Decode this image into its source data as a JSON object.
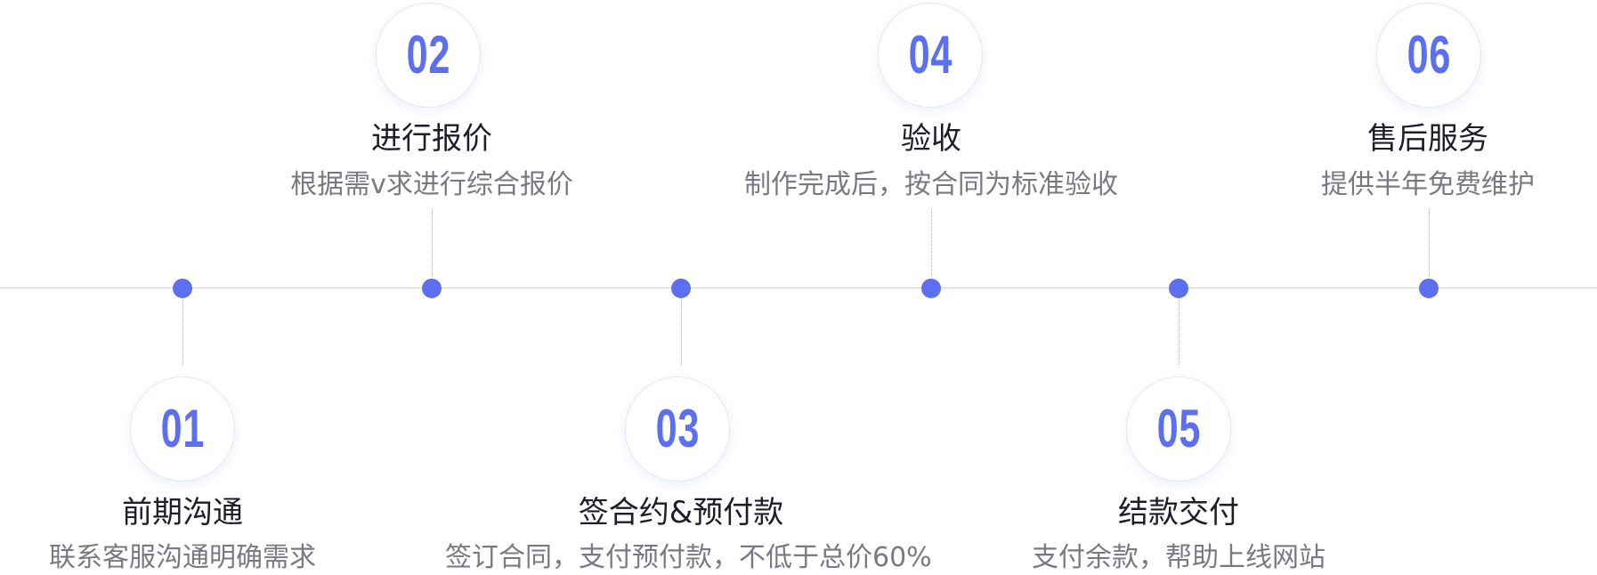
{
  "steps": [
    {
      "num": "01",
      "title": "前期沟通",
      "desc": "联系客服沟通明确需求"
    },
    {
      "num": "02",
      "title": "进行报价",
      "desc": "根据需v求进行综合报价"
    },
    {
      "num": "03",
      "title": "签合约&预付款",
      "desc": "签订合同，支付预付款，不低于总价60%"
    },
    {
      "num": "04",
      "title": "验收",
      "desc": "制作完成后，按合同为标准验收"
    },
    {
      "num": "05",
      "title": "结款交付",
      "desc": "支付余款，帮助上线网站"
    },
    {
      "num": "06",
      "title": "售后服务",
      "desc": "提供半年免费维护"
    }
  ],
  "colors": {
    "accent": "#5b6ff0",
    "line": "#c9d3ee",
    "title": "#1d1d2b",
    "desc": "#777a82"
  }
}
